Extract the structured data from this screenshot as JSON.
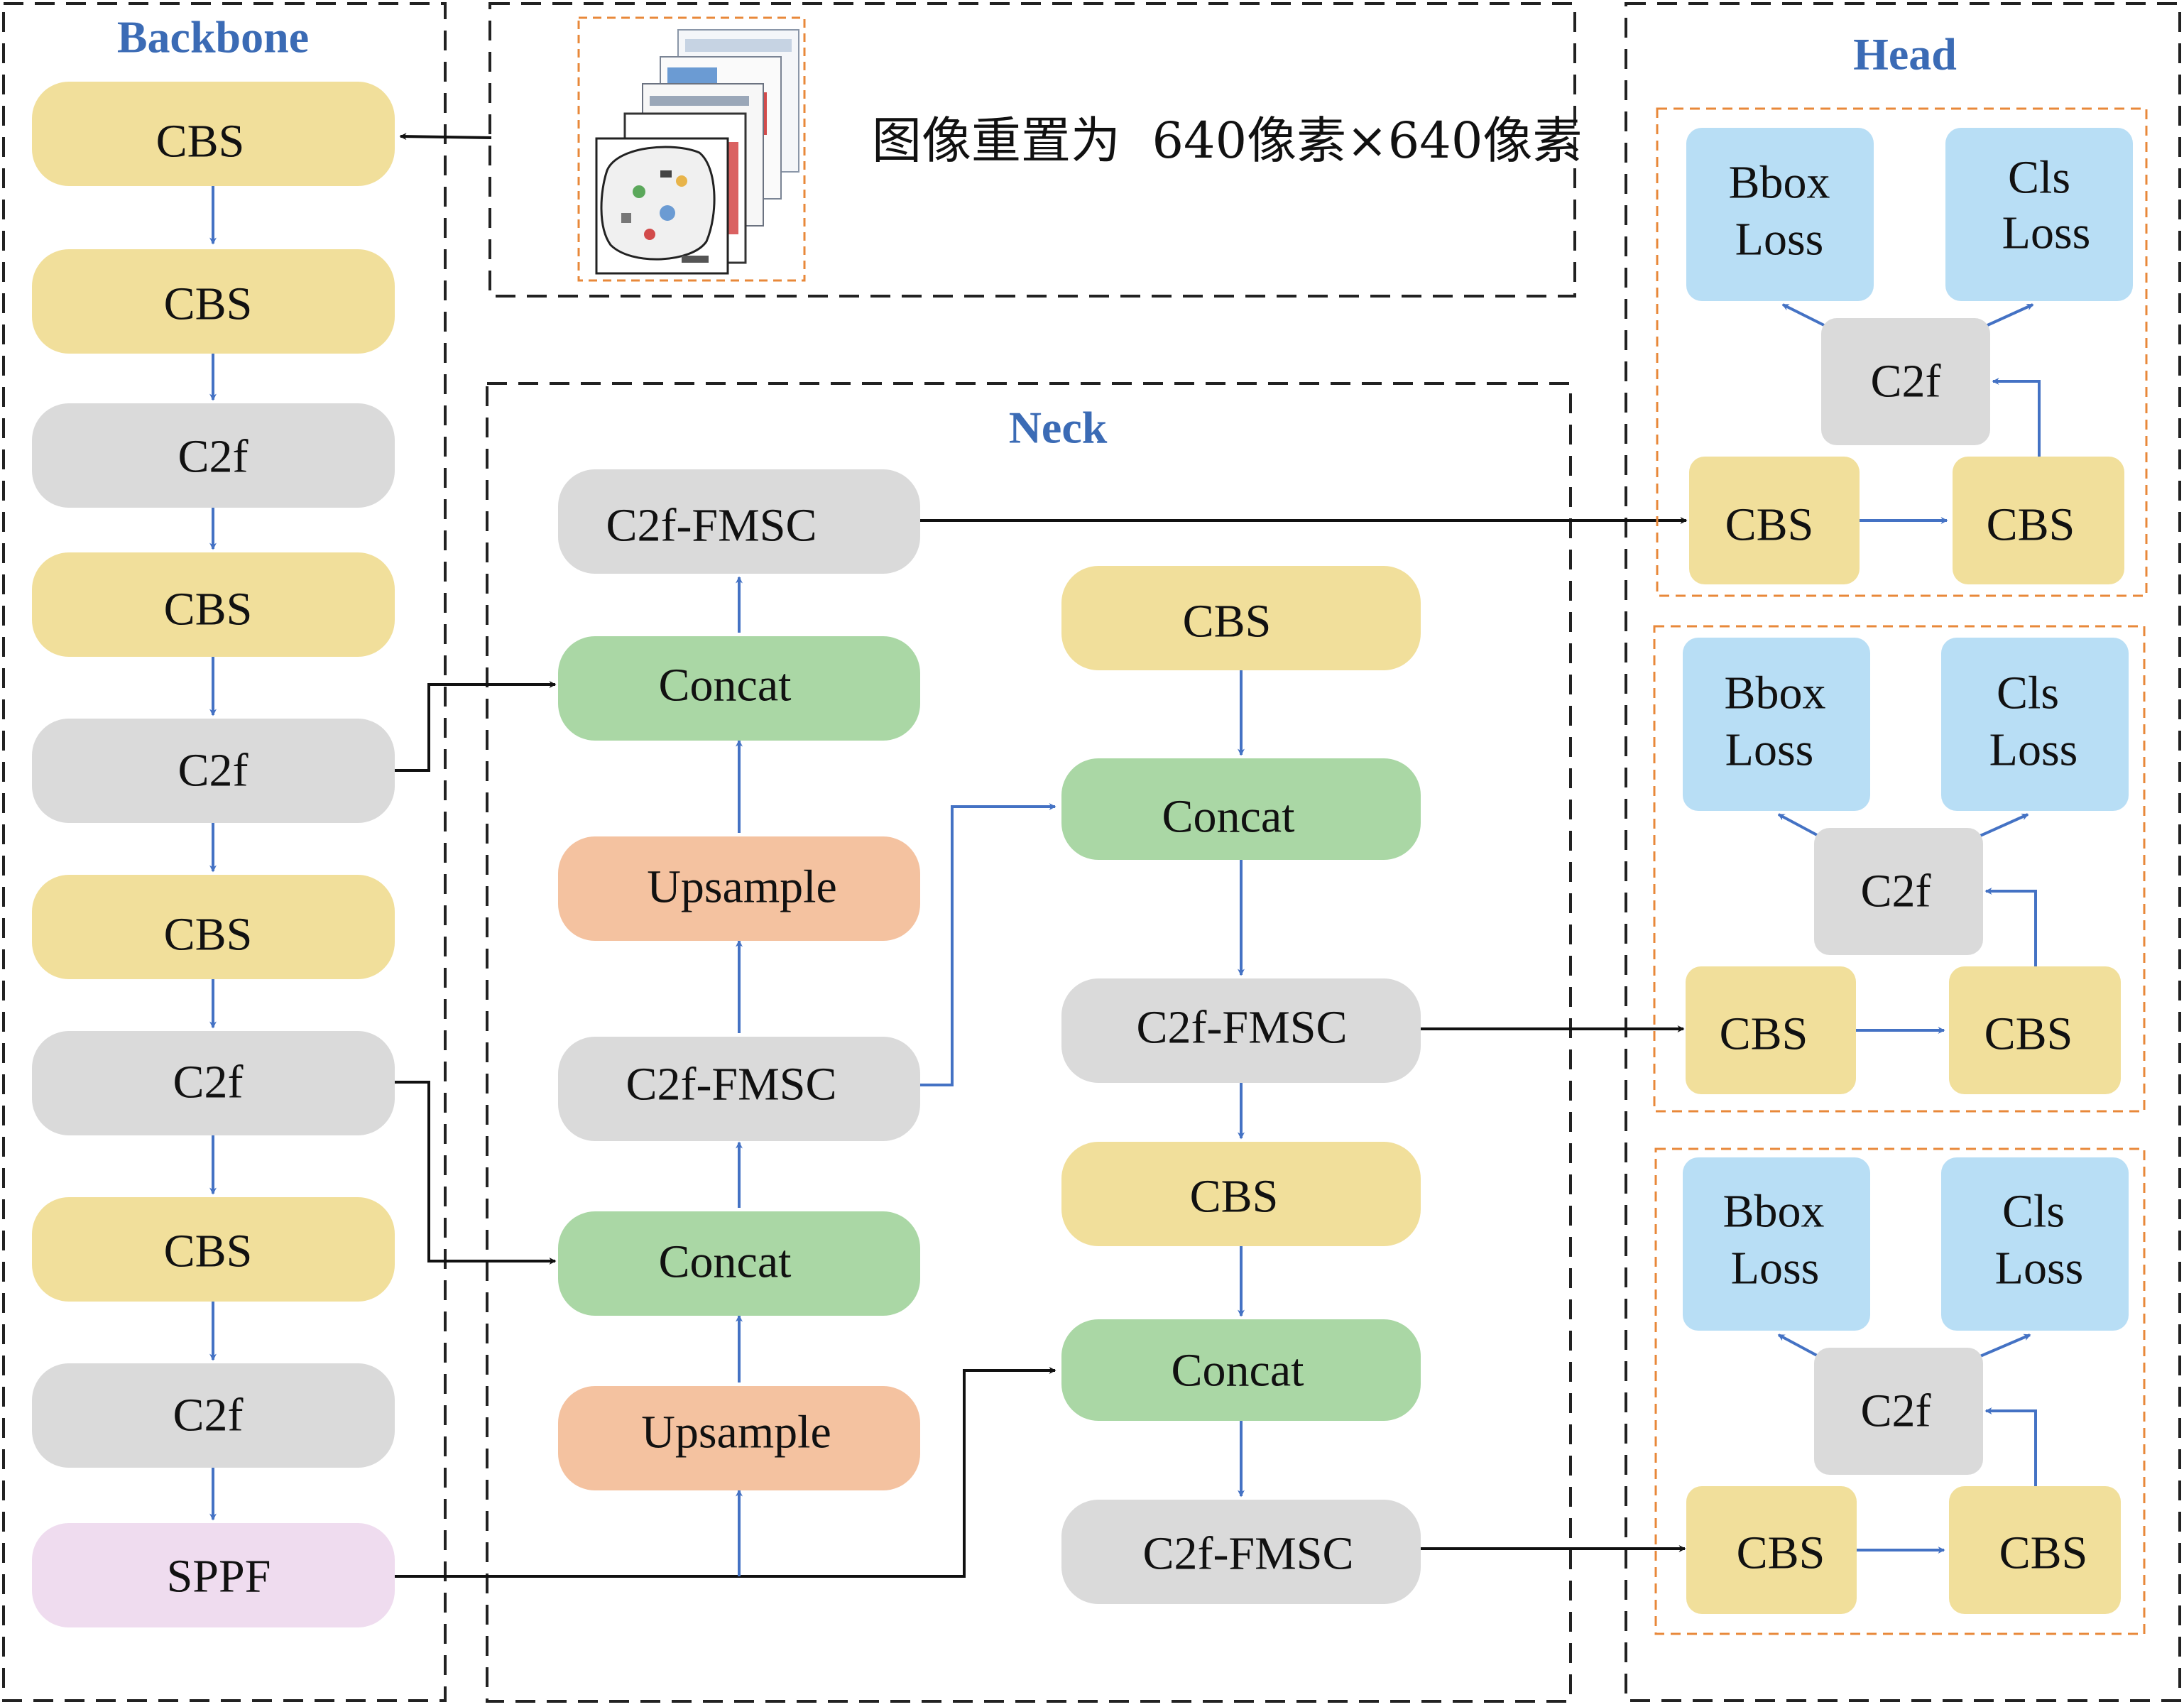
{
  "colors": {
    "cbs": "#f1df9b",
    "c2f": "#dadada",
    "concat": "#aad7a5",
    "upsample": "#f4c2a0",
    "sppf": "#efdcef",
    "loss": "#b8def5",
    "title": "#3b6bb5",
    "blue_arrow": "#4472c4",
    "black_arrow": "#111111",
    "orange_dash": "#e8883a"
  },
  "sections": {
    "backbone": "Backbone",
    "neck": "Neck",
    "head": "Head"
  },
  "input": {
    "caption": "图像重置为  640像素×640像素"
  },
  "labels": {
    "cbs": "CBS",
    "c2f": "C2f",
    "sppf": "SPPF",
    "c2f_fmsc": "C2f-FMSC",
    "concat": "Concat",
    "upsample": "Upsample",
    "bbox_loss": [
      "Bbox",
      "Loss"
    ],
    "cls_loss": [
      "Cls",
      "Loss"
    ]
  },
  "backbone": [
    "CBS",
    "CBS",
    "C2f",
    "CBS",
    "C2f",
    "CBS",
    "C2f",
    "CBS",
    "C2f",
    "SPPF"
  ],
  "head_blocks": 3
}
